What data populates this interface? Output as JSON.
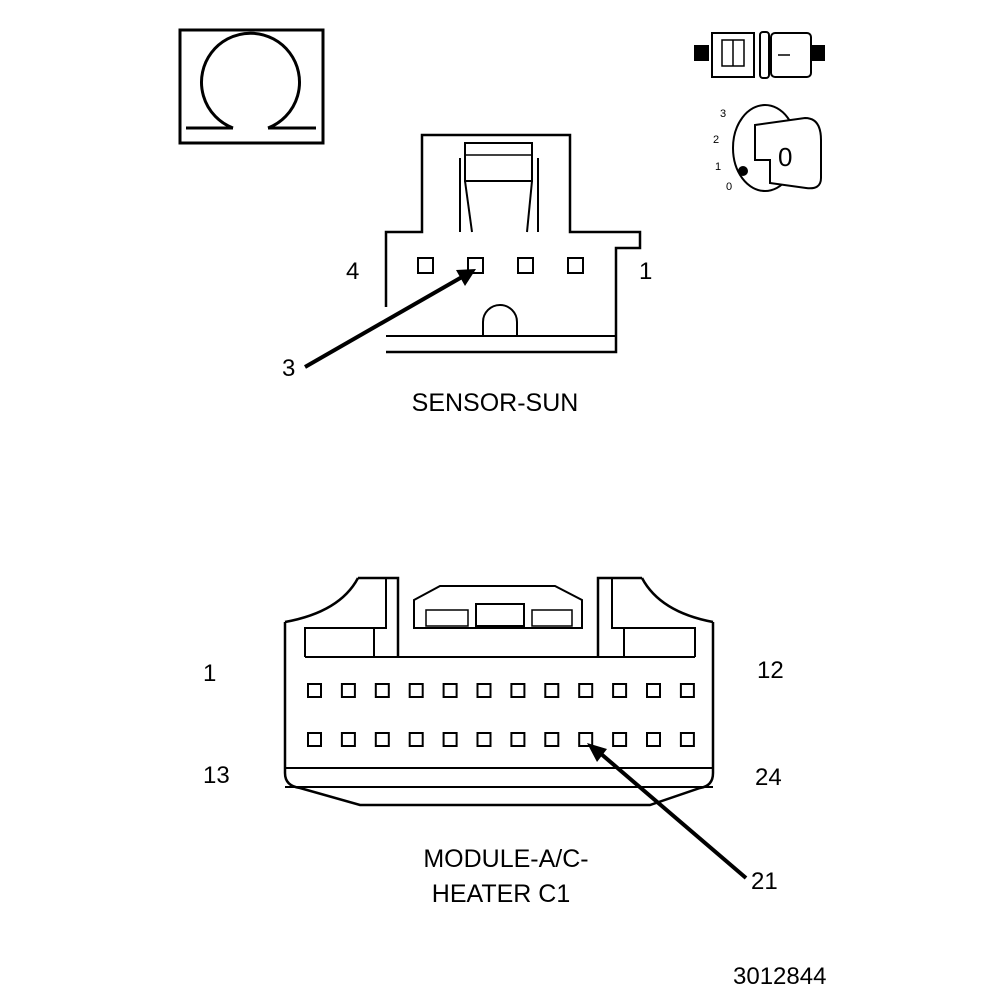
{
  "ohm_symbol": "Ω",
  "ignition_switch": {
    "positions": [
      "3",
      "2",
      "1",
      "0"
    ],
    "key_position": "0"
  },
  "sensor_sun": {
    "title": "SENSOR-SUN",
    "pin_left": "4",
    "pin_right": "1",
    "callout_pin": "3"
  },
  "module_ac_heater": {
    "title_line1": "MODULE-A/C-",
    "title_line2": "HEATER C1",
    "pin_top_left": "1",
    "pin_top_right": "12",
    "pin_bottom_left": "13",
    "pin_bottom_right": "24",
    "callout_pin": "21"
  },
  "figure_number": "3012844"
}
